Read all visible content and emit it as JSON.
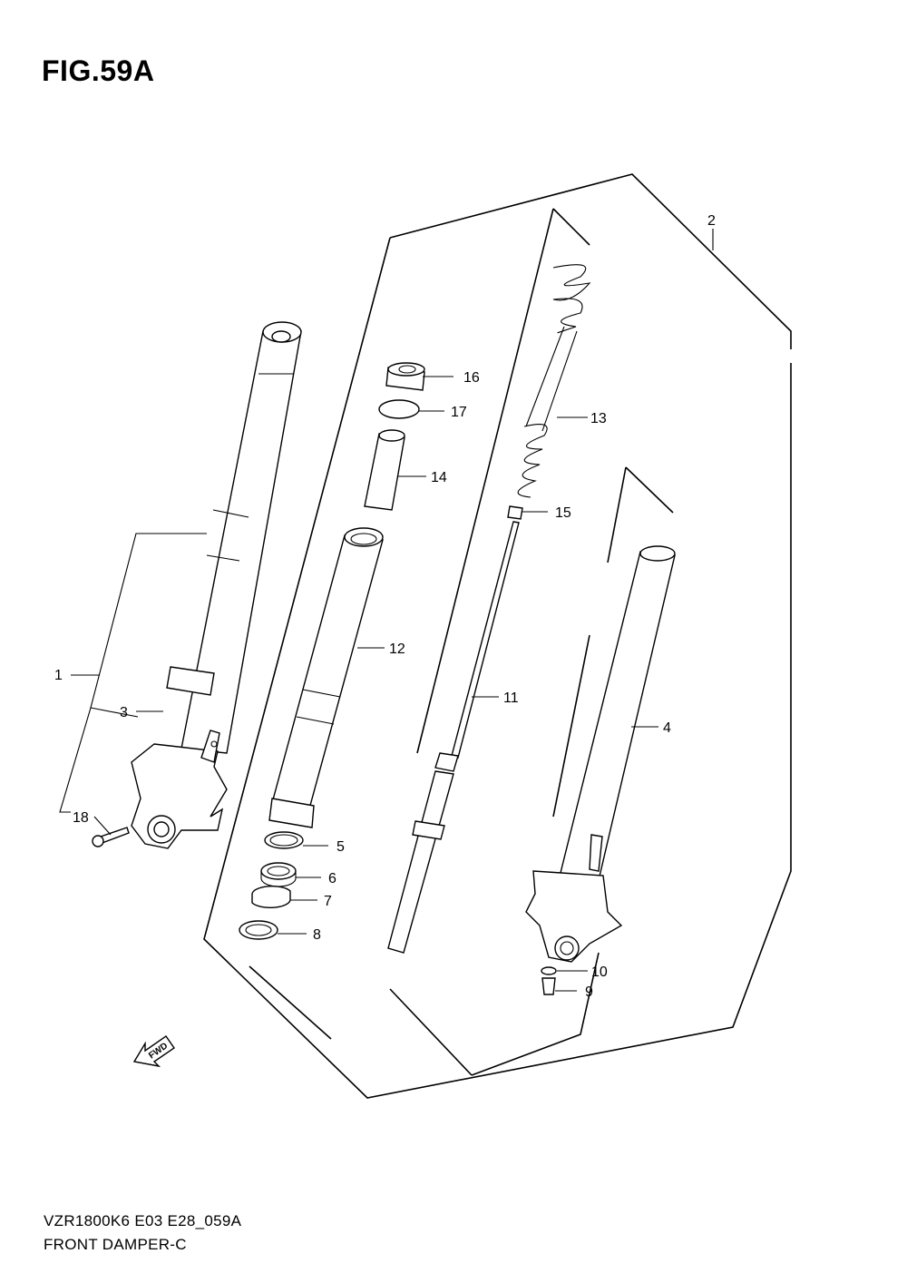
{
  "figure_title": "FIG.59A",
  "footer": {
    "model_code": "VZR1800K6 E03 E28_059A",
    "section_name": "FRONT DAMPER-C"
  },
  "fwd_label": "FWD",
  "callouts": {
    "c1": "1",
    "c2": "2",
    "c3": "3",
    "c4": "4",
    "c5": "5",
    "c6": "6",
    "c7": "7",
    "c8": "8",
    "c9": "9",
    "c10": "10",
    "c11": "11",
    "c12": "12",
    "c13": "13",
    "c14": "14",
    "c15": "15",
    "c16": "16",
    "c17": "17",
    "c18": "18"
  }
}
